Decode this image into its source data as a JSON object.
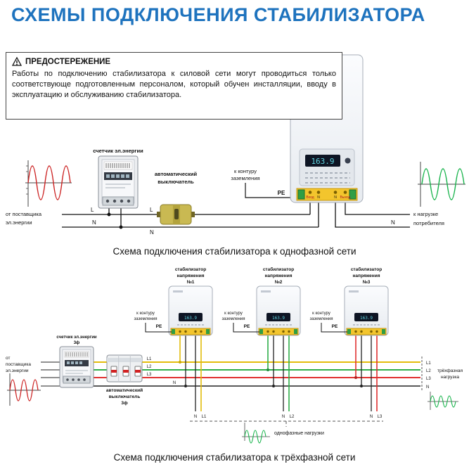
{
  "title": "СХЕМЫ ПОДКЛЮЧЕНИЯ СТАБИЛИЗАТОРА",
  "warning": {
    "header": "ПРЕДОСТЕРЕЖЕНИЕ",
    "body": "Работы по подключению стабилизатора к силовой сети могут проводиться только соответствующе подготовленным персоналом, который обучен инсталляции, вводу в эксплуатацию и обслуживанию стабилизатора."
  },
  "colors": {
    "title_blue": "#1e73be",
    "phase_l1_yellow": "#e3bc0c",
    "phase_l2_green": "#2fae4a",
    "phase_l3_red": "#e03131",
    "neutral_black": "#222222",
    "supply_wave_red": "#cc2222",
    "load_wave_green": "#16b34a",
    "terminal_strip_yellow": "#f3c52d",
    "display_cyan": "#5fd4e0"
  },
  "single_phase": {
    "caption": "Схема подключения стабилизатора к однофазной сети",
    "supplier": {
      "line1": "от поставщика",
      "line2": "эл.энергии"
    },
    "meter_label": "счетчик эл.энергии",
    "breaker": {
      "line1": "автоматический",
      "line2": "выключатель"
    },
    "ground": {
      "line1": "к контуру",
      "line2": "заземления",
      "pe": "PE"
    },
    "stabilizer_display": "163.9",
    "terminals": {
      "input": "Вход",
      "input_n": "N",
      "output_n": "N",
      "output": "Выход"
    },
    "wire_l": "L",
    "wire_n": "N",
    "load": {
      "line1": "к нагрузке",
      "line2": "потребителя"
    }
  },
  "three_phase": {
    "caption": "Схема подключения стабилизатора к трёхфазной сети",
    "stabilizers": [
      {
        "line1": "стабилизатор",
        "line2": "напряжения",
        "line3": "№1",
        "display": "163.9",
        "out_n": "N",
        "out_l": "L1"
      },
      {
        "line1": "стабилизатор",
        "line2": "напряжения",
        "line3": "№2",
        "display": "163.9",
        "out_n": "N",
        "out_l": "L2"
      },
      {
        "line1": "стабилизатор",
        "line2": "напряжения",
        "line3": "№3",
        "display": "163.9",
        "out_n": "N",
        "out_l": "L3"
      }
    ],
    "ground": {
      "line1": "к контуру",
      "line2": "заземления",
      "pe": "PE"
    },
    "meter": {
      "line1": "счетчик эл.энергии",
      "line2": "3ф"
    },
    "supplier": {
      "line1": "от",
      "line2": "поставщика",
      "line3": "эл.энергии"
    },
    "breaker": {
      "line1": "автоматический",
      "line2": "выключатель",
      "line3": "3ф"
    },
    "l1": "L1",
    "l2": "L2",
    "l3": "L3",
    "n": "N",
    "load3": {
      "line1": "трёхфазная",
      "line2": "нагрузка"
    },
    "loads1": "однофазные нагрузки"
  }
}
